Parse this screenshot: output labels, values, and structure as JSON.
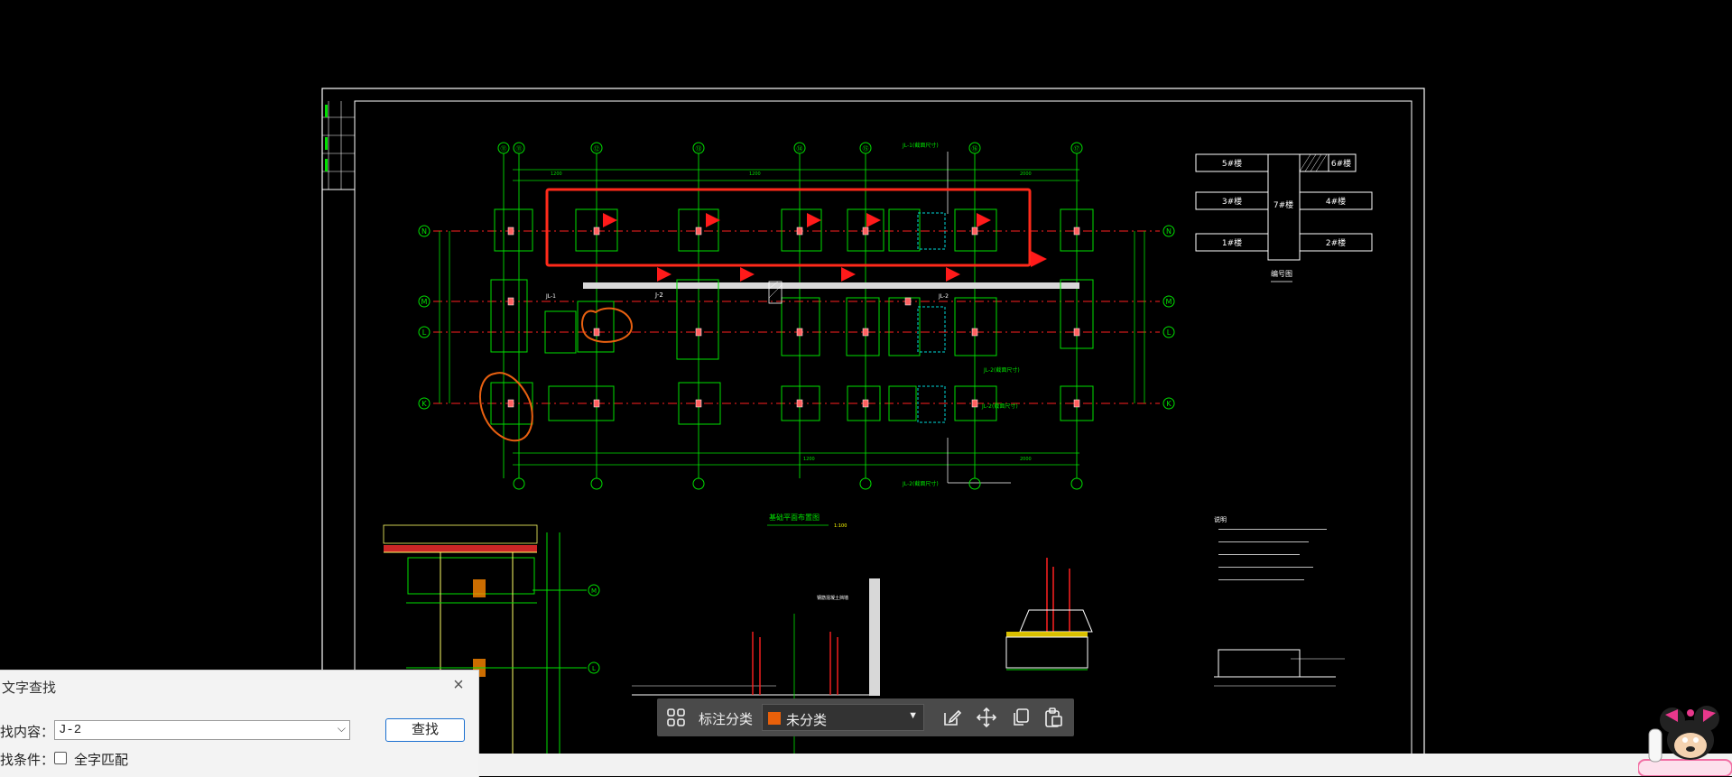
{
  "grid_labels": {
    "top_columns": [
      "⑪",
      "⑪",
      "⑫",
      "⑬",
      "⑭",
      "⑮",
      "⑯",
      "⑰"
    ],
    "rows_left": [
      "N",
      "M",
      "L",
      "K"
    ],
    "rows_right": [
      "N",
      "M",
      "L",
      "K"
    ],
    "section_rows": [
      "M",
      "L"
    ]
  },
  "drawing_titles": {
    "plan_title": "基础平面布置图",
    "plan_scale": "1:100",
    "legend_title": "编号图",
    "notes_title": "说明"
  },
  "legend": {
    "cells": [
      "5#楼",
      "6#楼",
      "3#楼",
      "7#楼",
      "4#楼",
      "1#楼",
      "2#楼"
    ]
  },
  "plan_labels": {
    "footing": "J-2",
    "beam1": "JL-1",
    "beam2": "JL-2"
  },
  "find_dialog": {
    "title": "文字查找",
    "content_label": "找内容：",
    "content_value": "J-2",
    "condition_label": "找条件：",
    "search_button": "查找",
    "full_match_label": "全字匹配"
  },
  "toolbar": {
    "category_label": "标注分类",
    "category_value": "未分类",
    "swatch_color": "#e8600a"
  },
  "colors": {
    "cad_green": "#00e000",
    "cad_red": "#ff2020",
    "markup_orange": "#e86010",
    "markup_red": "#ff2a1a"
  }
}
